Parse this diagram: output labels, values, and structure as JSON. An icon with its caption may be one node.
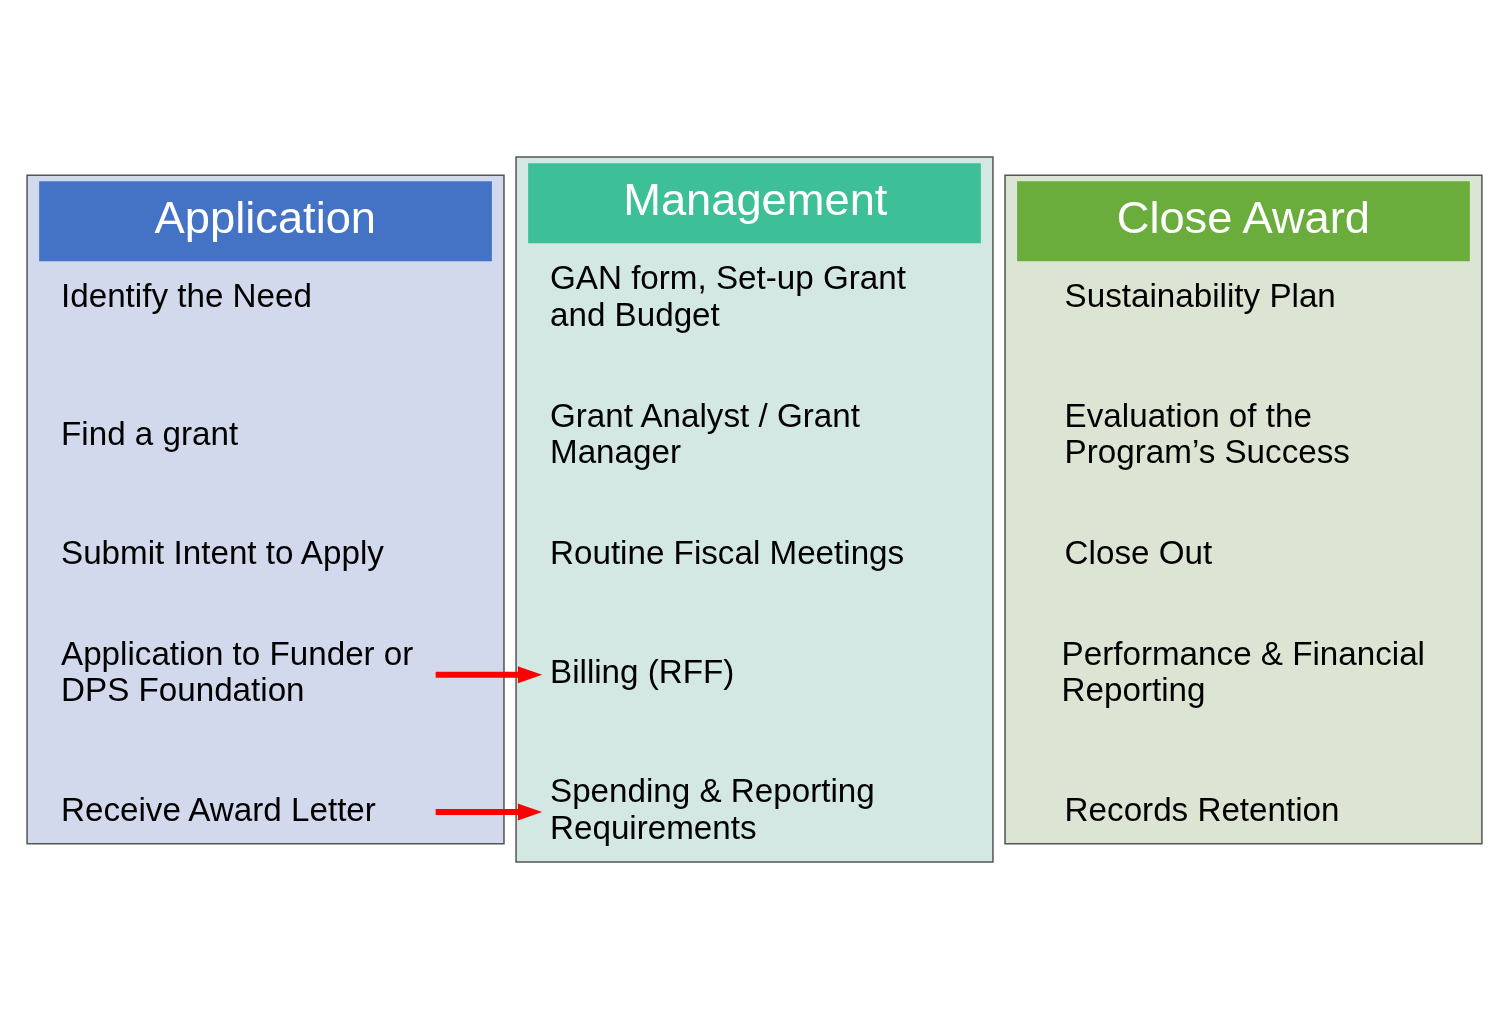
{
  "diagram": {
    "nodes": [
      {
        "text": [
          "Application"
        ]
      },
      {
        "text": [
          "Identify the Need"
        ],
        "in": 0
      },
      {
        "text": [
          "Find a grant"
        ],
        "in": 0
      },
      {
        "text": [
          "Submit Intent to Apply"
        ],
        "in": 0
      },
      {
        "text": [
          "Application to Funder or DPS Foundation"
        ],
        "in": 0
      },
      {
        "text": [
          "Receive Award Letter"
        ],
        "in": 0
      },
      {
        "text": [
          "Management"
        ]
      },
      {
        "text": [
          "GAN form, Set-up Grant and Budget"
        ],
        "in": 6
      },
      {
        "text": [
          "Grant Analyst / Grant Manager"
        ],
        "in": 6
      },
      {
        "text": [
          "Routine Fiscal Meetings"
        ],
        "in": 6
      },
      {
        "text": [
          "Billing (RFF)"
        ],
        "in": 6
      },
      {
        "text": [
          "Spending & Reporting Requirements"
        ],
        "in": 6
      },
      {
        "text": [
          "Close Award"
        ]
      },
      {
        "text": [
          "Sustainability Plan"
        ],
        "in": 12
      },
      {
        "text": [
          "Evaluation of the Program’s Success"
        ],
        "in": 12
      },
      {
        "text": [
          "Close Out"
        ],
        "in": 12
      },
      {
        "text": [
          "Performance & Financial Reporting"
        ],
        "in": 12
      },
      {
        "text": [
          "Records Retention"
        ],
        "in": 12
      }
    ],
    "edges": [
      {
        "from": 4,
        "to": 10,
        "arrow": "to",
        "color": "#ff0000"
      },
      {
        "from": 5,
        "to": 11,
        "arrow": "to",
        "color": "#ff0000"
      }
    ]
  }
}
